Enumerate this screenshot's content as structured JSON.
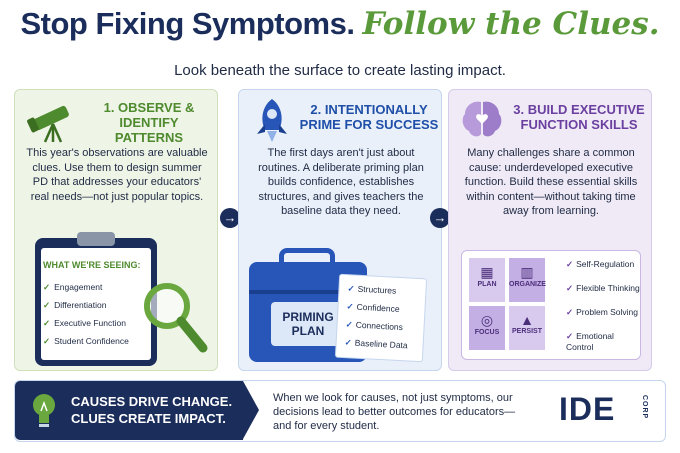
{
  "header": {
    "title_part1": "Stop Fixing Symptoms.",
    "title_part2": "Follow the Clues.",
    "subtitle": "Look beneath the surface to create lasting impact."
  },
  "cards": [
    {
      "title": "1. OBSERVE & IDENTIFY PATTERNS",
      "body": "This year's observations are valuable clues. Use them to design summer PD that addresses your educators' real needs—not just popular topics.",
      "icon": "telescope-icon",
      "clipboard": {
        "heading": "WHAT WE'RE SEEING:",
        "items": [
          "Engagement",
          "Differentiation",
          "Executive Function",
          "Student Confidence"
        ]
      }
    },
    {
      "title": "2. INTENTIONALLY PRIME FOR SUCCESS",
      "body": "The first days aren't just about routines. A deliberate priming plan builds confidence, establishes structures, and gives teachers the baseline data they need.",
      "icon": "rocket-icon",
      "box_label": "PRIMING PLAN",
      "note_items": [
        "Structures",
        "Confidence",
        "Connections",
        "Baseline Data"
      ]
    },
    {
      "title": "3. BUILD EXECUTIVE FUNCTION SKILLS",
      "body": "Many challenges share a common cause: underdeveloped executive function. Build these essential skills within content—without taking time away from learning.",
      "icon": "brain-icon",
      "pieces": [
        "PLAN",
        "ORGANIZE",
        "FOCUS",
        "PERSIST"
      ],
      "skills": [
        "Self-Regulation",
        "Flexible Thinking",
        "Problem Solving",
        "Emotional Control"
      ]
    }
  ],
  "banner": {
    "headline": "CAUSES DRIVE CHANGE. CLUES CREATE IMPACT.",
    "message": "When we look for causes, not just symptoms, our decisions lead to better outcomes for educators—and for every student.",
    "logo": "IDE",
    "logo_sub": "CORP",
    "icon": "lightbulb-icon"
  },
  "colors": {
    "navy": "#1b2d5b",
    "green": "#5a9a3a",
    "blue": "#2756b8",
    "purple": "#6a3fa0"
  }
}
